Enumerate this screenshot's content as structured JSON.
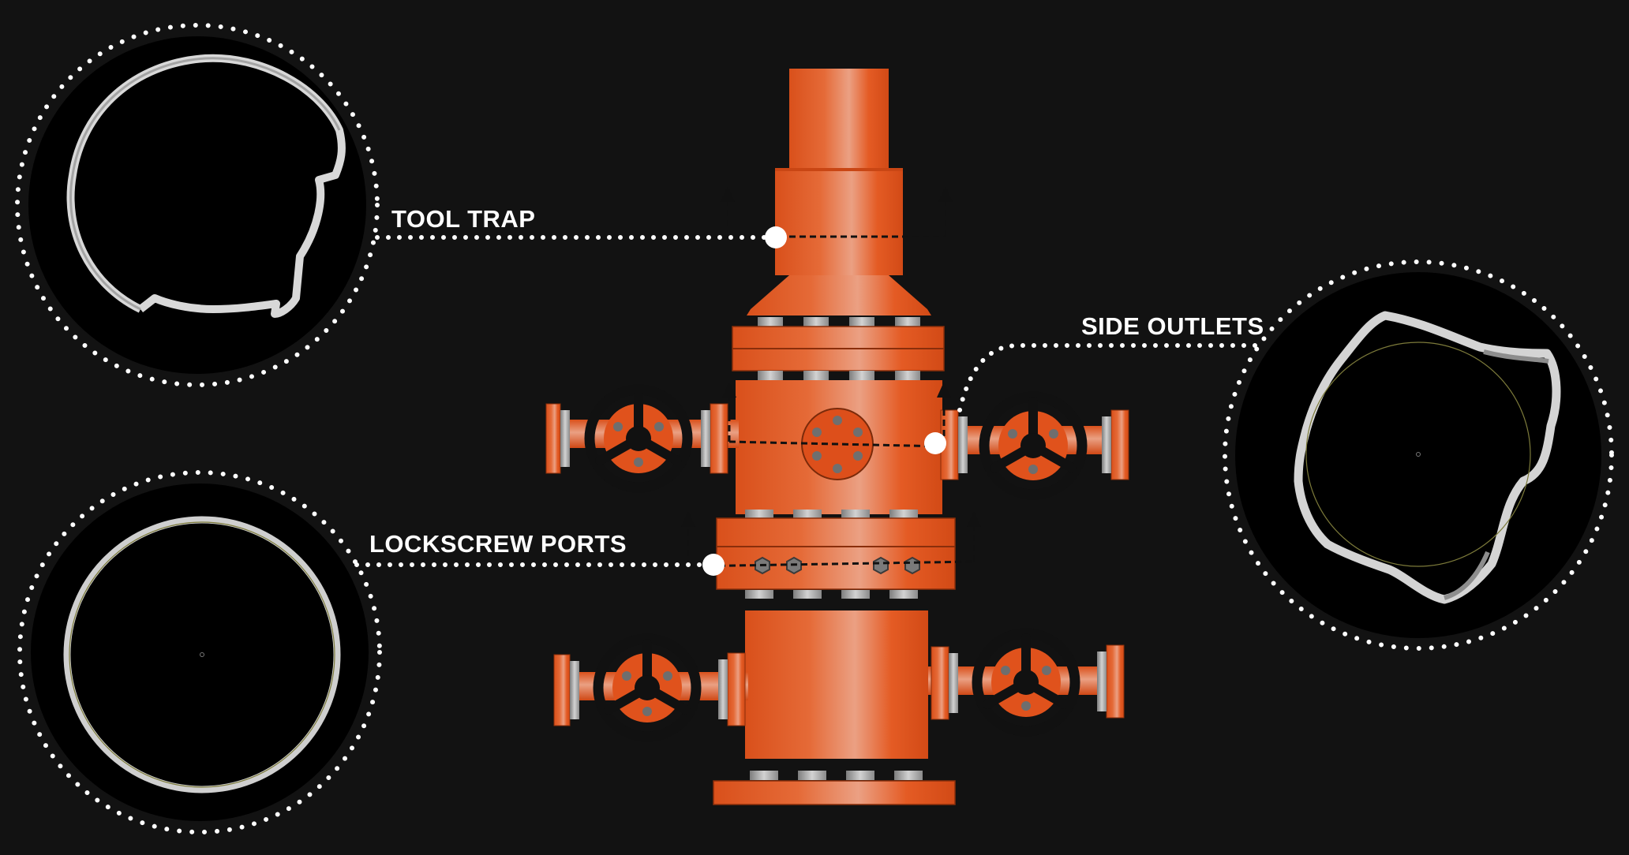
{
  "callouts": {
    "tool_trap": "TOOL TRAP",
    "lockscrew_ports": "LOCKSCREW PORTS",
    "side_outlets": "SIDE OUTLETS"
  },
  "colors": {
    "background": "#121212",
    "body_orange": "#e0521c",
    "body_highlight": "#eaa083",
    "bolt_gray": "#a9a9a9",
    "handwheel": "#111111",
    "dotted_leader": "#ffffff",
    "scan_ring": "#cfcfcf"
  },
  "icons": {
    "handwheel": "valve-handwheel-icon",
    "flow_arrow": "arrow-up-icon",
    "marker": "callout-dot-icon"
  }
}
